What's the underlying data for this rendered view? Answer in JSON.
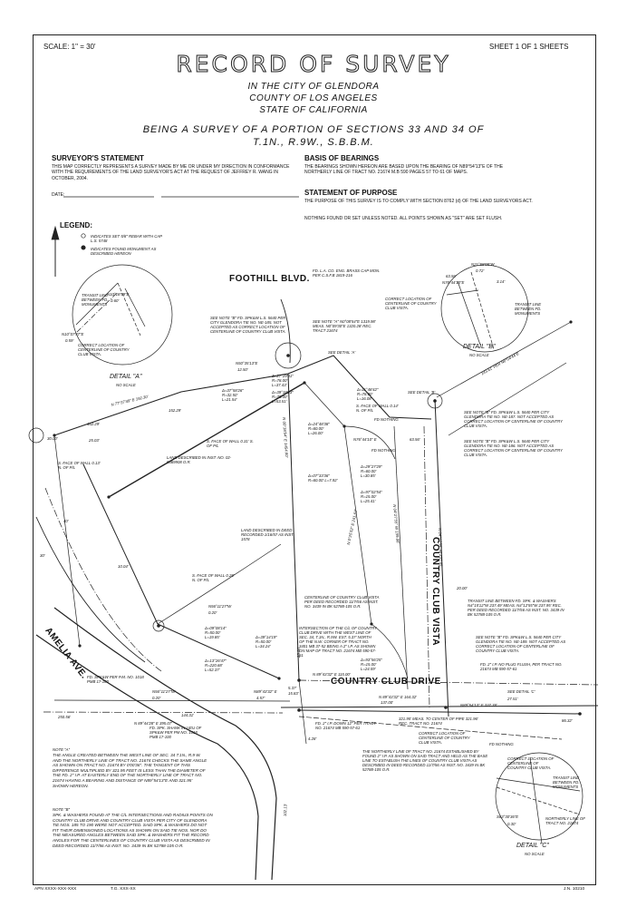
{
  "header": {
    "scale": "SCALE: 1\" = 30'",
    "sheet": "SHEET 1 OF 1 SHEETS",
    "title": "RECORD OF SURVEY",
    "city": "IN THE CITY OF GLENDORA",
    "county": "COUNTY OF LOS ANGELES",
    "state": "STATE OF CALIFORNIA",
    "subtitle1": "BEING A SURVEY OF A PORTION OF SECTIONS 33 AND 34 OF",
    "subtitle2": "T.1N., R.9W., S.B.B.M."
  },
  "surveyor": {
    "heading": "SURVEYOR'S STATEMENT",
    "text": "THIS MAP CORRECTLY REPRESENTS A SURVEY MADE BY ME OR UNDER MY DIRECTION IN CONFORMANCE WITH THE REQUIREMENTS OF THE LAND SURVEYOR'S ACT AT THE REQUEST OF JEFFREY R. WANG IN OCTOBER, 2004.",
    "date": "DATE:"
  },
  "bearings": {
    "heading": "BASIS OF BEARINGS",
    "text": "THE BEARINGS SHOWN HEREON ARE BASED UPON THE BEARING OF N89°54'13\"E OF THE NORTHERLY LINE OF TRACT NO. 21674 M.B 590 PAGES 57 TO 61 OF MAPS."
  },
  "purpose": {
    "heading": "STATEMENT OF PURPOSE",
    "text": "THE PURPOSE OF THIS SURVEY IS TO COMPLY WITH SECTION 8762 (d) OF THE LAND SURVEYORS ACT.",
    "text2": "NOTHING FOUND OR SET UNLESS NOTED. ALL POINTS SHOWN AS \"SET\" ARE SET FLUSH."
  },
  "legend": {
    "heading": "LEGEND:",
    "item1": "INDICATES SET 5/8\" REBAR WITH CAP L.S. 5748",
    "item2": "INDICATES FOUND MONUMENT AS DESCRIBED HEREON"
  },
  "streets": {
    "foothill": "FOOTHILL BLVD.",
    "country_club_drive": "COUNTRY CLUB DRIVE",
    "country_club_vista": "COUNTRY CLUB VISTA",
    "amelia": "AMELIA AVE."
  },
  "details": {
    "a": "DETAIL \"A\"",
    "b": "DETAIL \"B\"",
    "c": "DETAIL \"C\"",
    "no_scale": "NO SCALE",
    "a_transit": "TRANSIT LINE BETWEEN FD. MONUMENTS",
    "a_b1": "N10°18'59\"E",
    "a_d1": "0.60'",
    "a_b2": "N10°07'47\"E",
    "a_d2": "0.59'",
    "a_correct": "CORRECT LOCATION OF CENTERLINE OF COUNTRY CLUB VISTA.",
    "b_b1": "N21°58'08\"W",
    "b_d1": "0.72'",
    "b_d2": "63.56'",
    "b_b2": "N78°44'10\"E",
    "b_d3": "3.14'",
    "b_correct": "CORRECT LOCATION OF CENTERLINE OF COUNTRY CLUB VISTA.",
    "b_transit": "TRANSIT LINE BETWEEN FD. MONUMENTS",
    "c_transit": "TRANSIT LINE BETWEEN FD. MONUMENTS",
    "c_correct": "CORRECT LOCATION OF CENTERLINE OF COUNTRY CLUB VISTA.",
    "c_bearing": "S63°30'36\"E",
    "c_dist": "0.30'",
    "c_northerly": "NORTHERLY LINE OF TRACT NO. 21674"
  },
  "callouts": {
    "fd_la_co": "FD. L.A. CO. ENG. BRASS CAP MON. PER C.S.F.B 1819-216",
    "see_note_b1": "SEE NOTE \"B\" FD. SPK&W L.S. 5640 PER CITY GLENDORA TIE NO. NE-185. NOT ACCEPTED AS CORRECT LOCATION OF CENTERLINE OF COUNTRY CLUB VISTA.",
    "see_note_a": "SEE NOTE \"A\" N0°08'54\"E 1319.98' MEAS. N0°09'30\"E 1320.28' REC. TRACT 21674",
    "see_detail_a": "SEE DETAIL 'A'",
    "see_detail_b": "SEE DETAIL 'B'",
    "n50": "N50°35'13\"E",
    "n50d": "12.50'",
    "fd_nothing1": "FD NOTHING",
    "fd_nothing2": "FD NOTHING",
    "fd_nothing3": "FD NOTHING",
    "s_face_wall1": "S. FACE OF WALL 0.14' N. OF P/L",
    "s_face_wall2": "S. FACE OF WALL 0.31' S. OF P/L",
    "s_face_wall3": "S. FACE OF WALL 0.13' N. OF P/L",
    "s_face_wall4": "S. FACE OF WALL 0.28' N. OF P/L",
    "land1": "LAND DESCRIBED IN INST. NO. 02-0369908 O.R.",
    "land2": "LAND DESCRIBED IN DEED RECORDED 1/16/57 AS INST. 1578",
    "see_note_b2": "SEE NOTE \"B\" FD. SPK&W L.S. 5640 PER CITY GLENDORA TIE NO. NE-187. NOT ACCEPTED AS CORRECT LOCATION OF CENTERLINE OF COUNTRY CLUB VISTA.",
    "see_note_b3": "SEE NOTE \"B\" FD. SPK&W L.S. 5640 PER CITY GLENDORA TIE NO. NE-186. NOT ACCEPTED AS CORRECT LOCATION OF CENTERLINE OF COUNTRY CLUB VISTA.",
    "diag_bearing": "143.61' PER N0°04'44\"E",
    "transit_line": "TRANSIT LINE BETWEEN FD. SPK. & WASHERS N4°15'12\"W 237.49' MEAS. N4°12'55\"W 237.95' REC. PER DEED RECORDED 11/7/56 AS INST. NO. 3439 IN BK 52788-105 O.R.",
    "see_note_b4": "SEE NOTE \"B\" FD. SPK&W L.S. 5640 PER CITY GLENDORA TIE NO. NE-189. NOT ACCEPTED AS CORRECT LOCATION OF CENTERLINE OF COUNTRY CLUB VISTA.",
    "fd_2ip": "FD. 2\" I.P. NO PLUG FLUSH, PER TRACT NO. 21674 MB 590-57-61",
    "see_detail_c": "SEE DETAIL 'C'",
    "cl_ccv": "CENTERLINE OF COUNTRY CLUB VISTA PER DEED RECORDED 11/7/56 AS INST. NO. 3439 IN BK 52788-105 O.R.",
    "intersection": "INTERSECTION OF THE C/L OF COUNTRY CLUB DRIVE WITH THE WEST LINE OF SEC. 34, T.1N., R.9W. EST. 5.37' NORTH OF THE N.W. CORNER OF TRACT NO. 3401 MB 37-52 BEING A 2\" I.P. AS SHOWN ON MAP OF TRACT NO. 21674 MB 590-57-61",
    "fd_spk_pm": "FD. SPK&W PER P.M. NO. 1018 PMB 17-100",
    "fd_spk_shank": "FD. SPK. SHANK IN LIEU OF SPK&W PER PM NO. 1018 PMB 17-100",
    "fd_2ip_down": "FD. 2\" I.P. DOWN 12\" PER TRACT NO. 21674 MB 590-57-61",
    "meas_pipe": "321.95' MEAS. TO CENTER OF PIPE 321.96' REC. TRACT NO. 21674",
    "correct_loc": "CORRECT LOCATION OF CENTERLINE OF COUNTRY CLUB VISTA.",
    "northerly": "THE NORTHERLY LINE OF TRACT NO. 21674 ESTABLISHED BY FOUND 2\" I.P. AS SHOWN ON SAID TRACT AND HELD AS THE BASE LINE TO ESTABLISH THE LINES OF COUNTRY CLUB VISTA AS DESCRIBED IN DEED RECORDED 11/7/56 AS INST. NO. 3439 IN BK 52788-105 O.R."
  },
  "dims": {
    "n77": "N 77°37'49\" E  192.30'",
    "d16229": "162.29'",
    "d15229": "152.29'",
    "d3000": "30.00'",
    "d2503": "25.03'",
    "c1": "Δ=27°29'41\" R=78.00' L=37.43'",
    "c2": "Δ=37°58'26\" R=32.50' L=21.54'",
    "c3": "Δ=39°18'23\" R=78.00' L=53.51'",
    "c4": "Δ=11°48'42\" R=78.00' L=16.08'",
    "c5": "Δ=24°48'38\" R=60.00' L=26.00'",
    "c6": "Δ=07°33'36\" R=60.00' L=7.92'",
    "c7": "Δ=29°27'29\" R=60.00' L=30.85'",
    "c8": "Δ=97°02'54\" R=15.00' L=25.41'",
    "c9": "Δ=93°56'25\" R=15.00' L=24.59'",
    "c10": "Δ=09°08'14\" R=50.00' L=19.85'",
    "c11": "Δ=39°14'19\" R=50.00' L=34.24'",
    "c12": "Δ=13°26'47\" R=220.68' L=52.37'",
    "n76": "N76°44'10\" E",
    "d6356": "63.56'",
    "n0018": "N 00°18'54\" E 1454.60'",
    "n0025": "N 0°25'52\" E 241.62'",
    "n0427": "N 04°27'55\" W 159.86'",
    "n0412": "N 04°12'55\" W 237.95'",
    "d2000": "20.00'",
    "n89_115": "N 89°43'32\" E  115.00'",
    "n89_164": "N 89°43'32\" E  164.32'",
    "d13700": "137.00'",
    "n89_337": "N89°54'13\" E  337.78'",
    "d2751": "27.51'",
    "d8632": "86.32'",
    "n56_1": "N56°11'27\"W",
    "d020a": "0.20'",
    "n56_2": "N56°11'27\"W",
    "d020b": "0.20'",
    "n89_457": "N89°43'32\" E",
    "d457": "4.57'",
    "d537": "5.37'",
    "d1583": "15.83'",
    "d2500": "25.00'",
    "d428": "4.28'",
    "d25056": "250.56'",
    "n89_395": "N 89°44'28\" E  395.07'",
    "d14431": "144.31'",
    "d1004": "10.04'",
    "d30": "30'",
    "d40": "40'",
    "d10213": "102.13'"
  },
  "notes": {
    "note_a_title": "NOTE \"A\"",
    "note_a": "THE ANGLE CREATED BETWEEN THE WEST LINE OF SEC. 34 T.1N., R.9 W. AND THE NORTHERLY LINE OF TRACT NO. 21674 CHECKS THE SAME ANGLE AS SHOWN ON TRACT NO. 21674 BY 0'00'36\". THE TANGENT OF THIS DIFFERENCE MULTIPLIED BY 321.95 FEET IS LESS THAN THE DIAMETER OF THE FD. 2\" I.P. AT EASTERLY END OF THE NORTHERLY LINE OF TRACT NO. 21674 HAVING A BEARING AND DISTANCE OF N89°54'13\"E AND 321.95' SHOWN HEREON.",
    "note_b_title": "NOTE \"B\"",
    "note_b": "SPK. & WASHERS FOUND AT THE C/L INTERSECTIONS AND RADIUS POINTS ON COUNTRY CLUB DRIVE AND COUNTRY CLUB VISTA PER CITY OF GLENDORA TIE NOS. 185 TO 190 WERE NOT ACCEPTED. SAID SPK. & WASHERS DO NOT FIT THEIR DIMENSIONED LOCATIONS AS SHOWN ON SAID TIE NOS. NOR DO THE MEASURED ANGLES BETWEEN SAID SPK. & WASHERS FIT THE RECORD ANGLES FOR THE CENTERLINES OF COUNTRY CLUB VISTA AS DESCRIBED IN DEED RECORDED 11/7/56 AS INST. NO. 3439 IN BK 52788-105 O.R."
  },
  "footer": {
    "apn": "APN  XXXX-XXX-XXX",
    "tg": "T.G.  XXX-XX",
    "jn": "J.N.  10210"
  }
}
